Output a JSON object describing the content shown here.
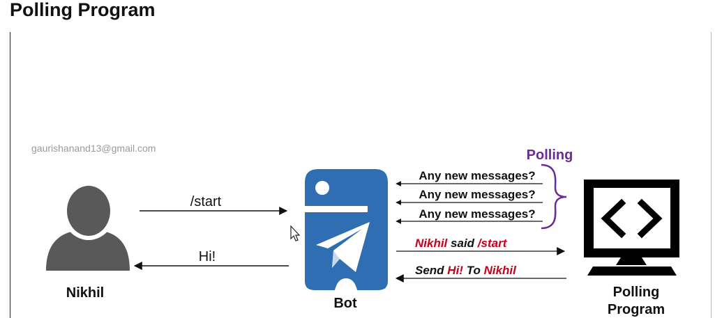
{
  "header": {
    "title": "Polling Program"
  },
  "watermark": "gaurishanand13@gmail.com",
  "user": {
    "name": "Nikhil"
  },
  "bot": {
    "name": "Bot"
  },
  "server": {
    "name_line1": "Polling",
    "name_line2": "Program"
  },
  "arrows": {
    "start": "/start",
    "reply": "Hi!"
  },
  "polling": {
    "label": "Polling",
    "messages": [
      "Any new messages?",
      "Any new messages?",
      "Any new messages?"
    ]
  },
  "update": {
    "name": "Nikhil",
    "said": "said",
    "command": "/start"
  },
  "send": {
    "send": "Send",
    "hi": "Hi!",
    "to": "To",
    "name": "Nikhil"
  },
  "colors": {
    "polling_purple": "#6a2c91",
    "highlight_red": "#c4001a",
    "python_blue": "#2f6eb3",
    "person_gray": "#595959"
  }
}
